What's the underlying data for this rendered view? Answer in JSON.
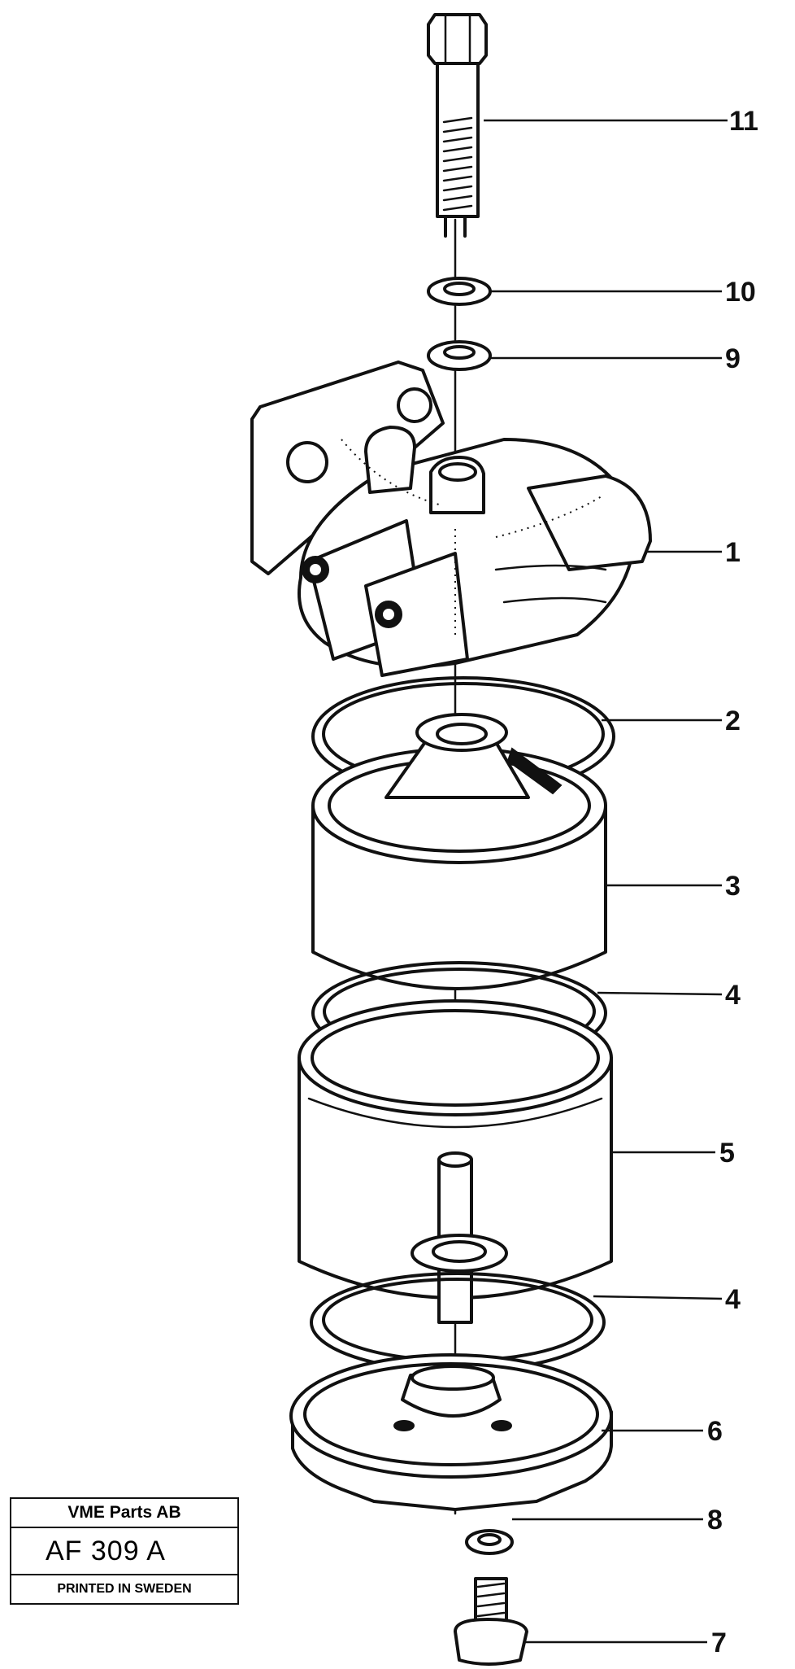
{
  "callouts": [
    {
      "id": "c11",
      "label": "11"
    },
    {
      "id": "c10",
      "label": "10"
    },
    {
      "id": "c9",
      "label": "9"
    },
    {
      "id": "c1",
      "label": "1"
    },
    {
      "id": "c2",
      "label": "2"
    },
    {
      "id": "c3",
      "label": "3"
    },
    {
      "id": "c4a",
      "label": "4"
    },
    {
      "id": "c5",
      "label": "5"
    },
    {
      "id": "c4b",
      "label": "4"
    },
    {
      "id": "c6",
      "label": "6"
    },
    {
      "id": "c8",
      "label": "8"
    },
    {
      "id": "c7",
      "label": "7"
    }
  ],
  "stamp": {
    "company": "VME Parts AB",
    "code": "AF 309  A",
    "printed": "PRINTED IN SWEDEN"
  },
  "colors": {
    "ink": "#111111",
    "paper": "#ffffff"
  }
}
